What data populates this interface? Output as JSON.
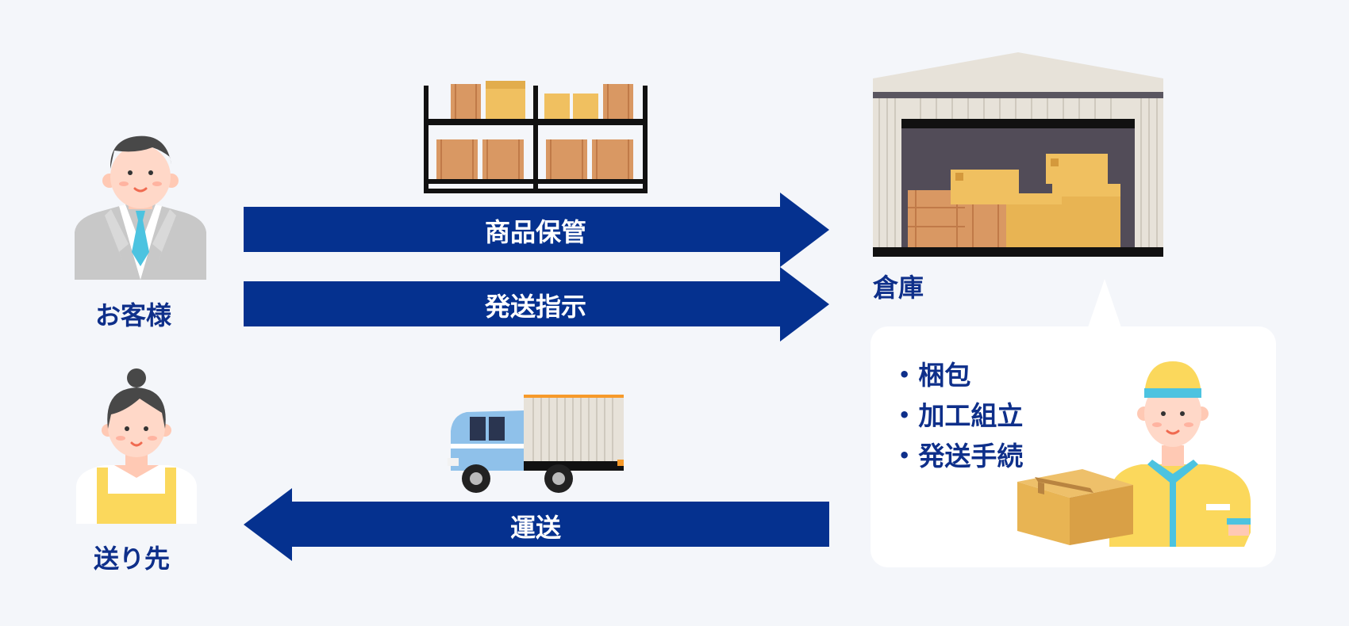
{
  "actors": {
    "customer_label": "お客様",
    "recipient_label": "送り先",
    "warehouse_label": "倉庫"
  },
  "arrows": {
    "storage_label": "商品保管",
    "shipping_instruction_label": "発送指示",
    "transport_label": "運送"
  },
  "warehouse_tasks": [
    "梱包",
    "加工組立",
    "発送手続"
  ],
  "colors": {
    "arrow_navy": "#05318f",
    "label_navy": "#0e2f8a",
    "background": "#f4f6fa",
    "box_tan": "#f0c060",
    "crate_orange": "#d99863",
    "accent_cyan": "#4cc3e0",
    "uniform_yellow": "#fbd85c"
  },
  "icons": [
    "customer-avatar-icon",
    "recipient-avatar-icon",
    "shelf-icon",
    "warehouse-icon",
    "truck-icon",
    "worker-icon"
  ]
}
